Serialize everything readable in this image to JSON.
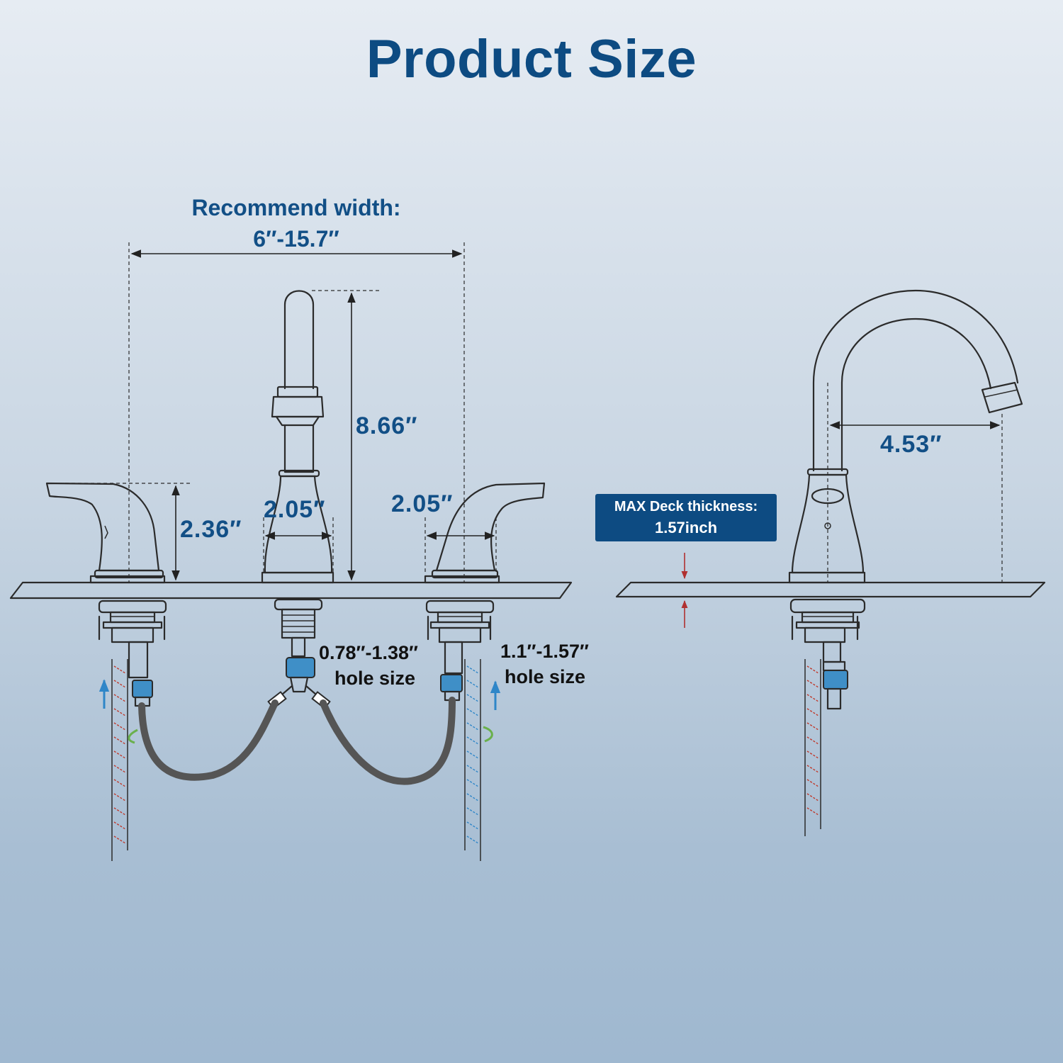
{
  "title": "Product Size",
  "width_label": "Recommend width:",
  "width_value": "6″-15.7″",
  "spout_height": "8.66″",
  "handle_height": "2.36″",
  "spout_base_width": "2.05″",
  "handle_base_width": "2.05″",
  "center_hole_size": "0.78″-1.38″",
  "center_hole_caption": "hole size",
  "side_hole_size": "1.1″-1.57″",
  "side_hole_caption": "hole size",
  "spout_reach": "4.53″",
  "deck_label": "MAX Deck thickness:",
  "deck_value": "1.57inch",
  "colors": {
    "title": "#0d4b82",
    "dimension_text": "#124f86",
    "badge_bg": "#0d4b82",
    "hot_line": "#c0392b",
    "cold_line": "#2e86c8",
    "connector": "#3f8fc7",
    "hose": "#555555",
    "rotate_arrow": "#6ab04c"
  }
}
